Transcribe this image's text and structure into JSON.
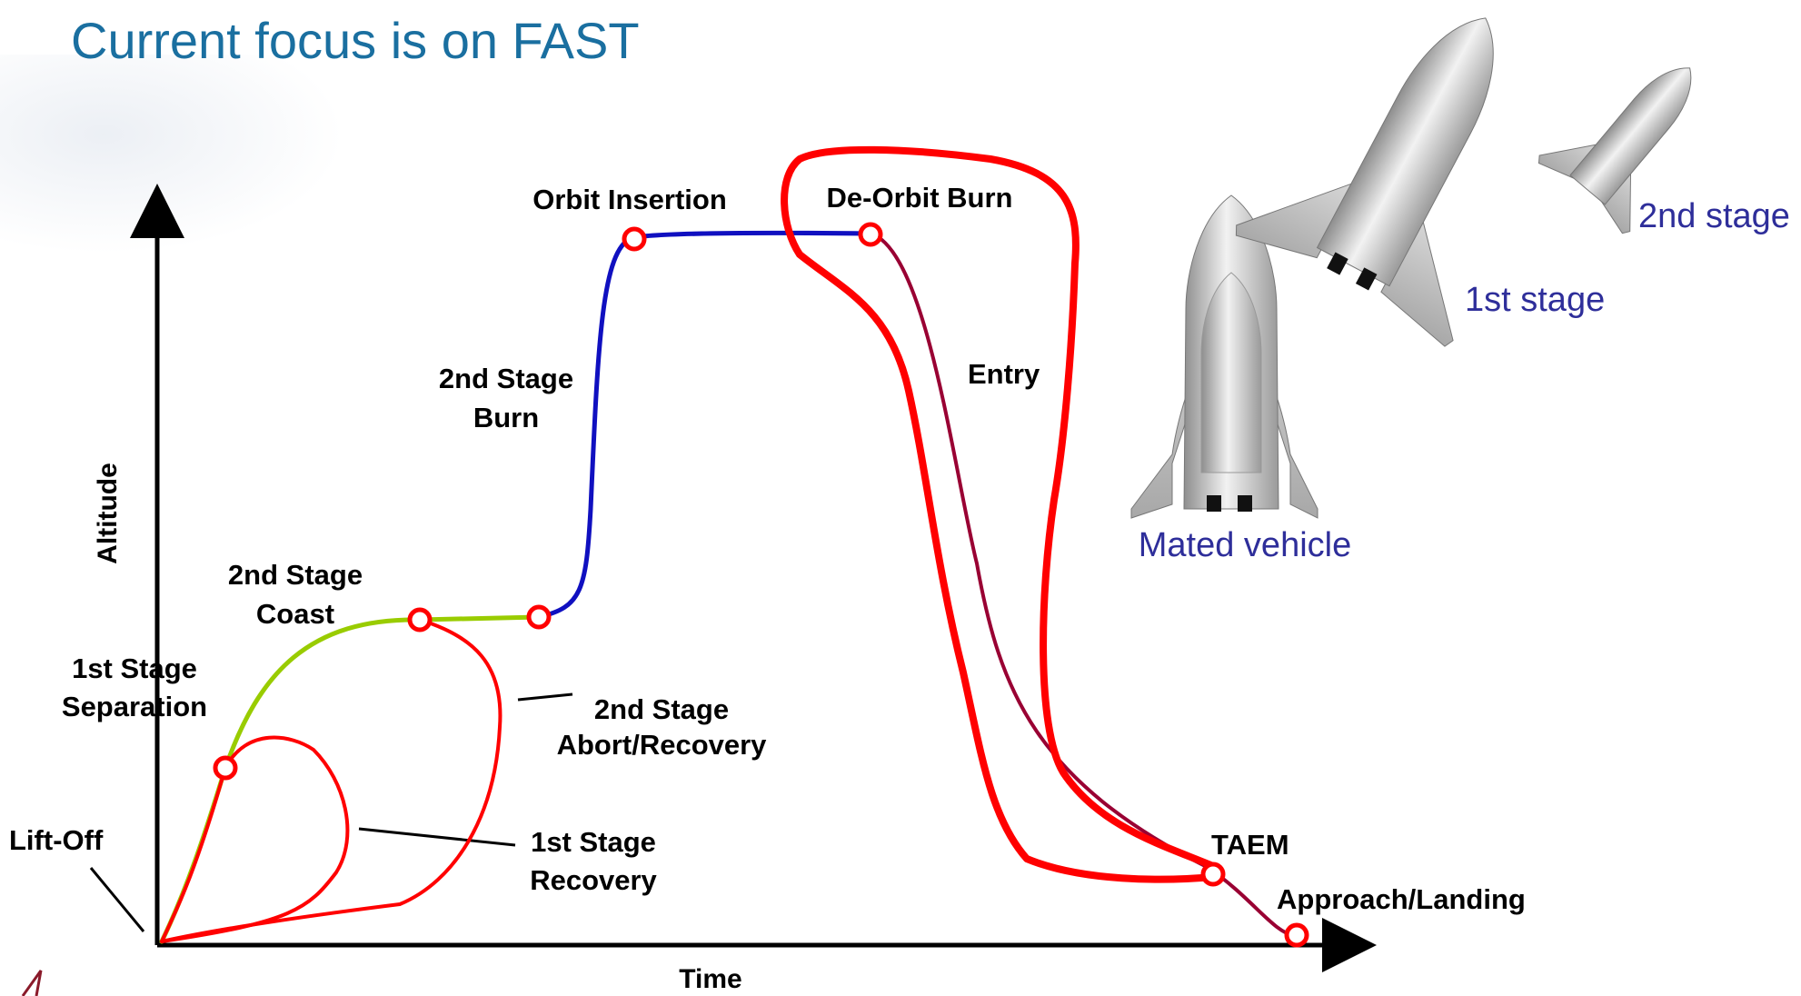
{
  "slide": {
    "title": "Current focus is on FAST"
  },
  "diagram": {
    "axis_labels": {
      "y": "Altitude",
      "x": "Time"
    },
    "phase_labels": {
      "lift_off": "Lift-Off",
      "first_stage_separation": [
        "1st Stage",
        "Separation"
      ],
      "second_stage_coast": [
        "2nd Stage",
        "Coast"
      ],
      "second_stage_burn": [
        "2nd Stage",
        "Burn"
      ],
      "orbit_insertion": "Orbit Insertion",
      "de_orbit_burn": "De-Orbit Burn",
      "entry": "Entry",
      "taem": "TAEM",
      "approach_landing": "Approach/Landing",
      "second_stage_abort": [
        "2nd Stage",
        "Abort/Recovery"
      ],
      "first_stage_recovery": [
        "1st Stage",
        "Recovery"
      ]
    },
    "vehicle_labels": {
      "mated": "Mated vehicle",
      "first_stage": "1st stage",
      "second_stage": "2nd stage"
    },
    "colors": {
      "first_stage_ascent": "#99cc00",
      "second_stage_burn": "#1010c0",
      "entry_path": "#990033",
      "recovery": "#ff0000",
      "title": "#1a6fa0",
      "vehicle_label": "#2e2e9a"
    }
  }
}
